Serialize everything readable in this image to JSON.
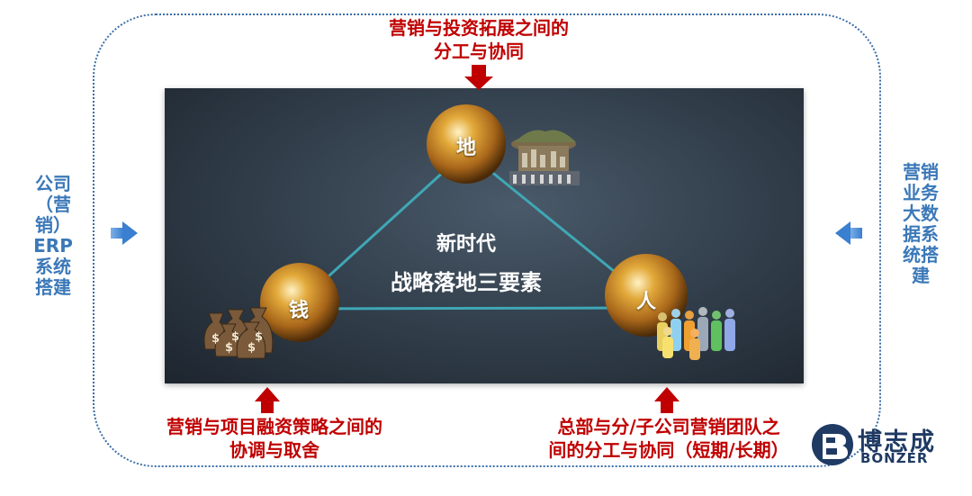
{
  "top_label": "营销与投资拓展之间的\n分工与协同",
  "bottom_left_label": "营销与项目融资策略之间的\n协调与取舍",
  "bottom_right_label": "总部与分/子公司营销团队之\n间的分工与协同（短期/长期）",
  "left_label": "公司\n（营\n销）\nERP\n系统\n搭建",
  "right_label": "营销\n业务\n大数\n据系\n统搭\n建",
  "center_title_line1": "新时代",
  "center_title_line2": "战略落地三要素",
  "orb_top": "地",
  "orb_left": "钱",
  "orb_right": "人",
  "logo_name": "博志成",
  "logo_en": "BONZER",
  "colors": {
    "accent_red": "#c00000",
    "accent_blue": "#3b78b8",
    "triangle_line": "#3fa7b5",
    "logo_navy": "#1f3a63"
  }
}
